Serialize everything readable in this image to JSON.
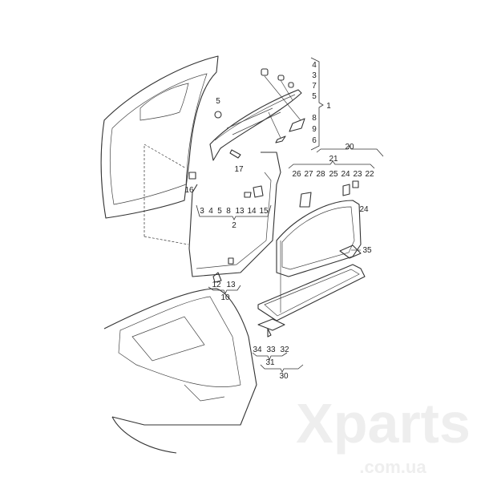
{
  "watermark": {
    "main": "Xparts",
    "sub": ".com.ua"
  },
  "callouts": {
    "top_group": [
      "4",
      "3",
      "7",
      "5",
      "1",
      "8",
      "9",
      "6"
    ],
    "left_5": "5",
    "c17": "17",
    "c16": "16",
    "group2_items": [
      "3",
      "4",
      "5",
      "8",
      "13",
      "14",
      "15"
    ],
    "group2": "2",
    "group20": "20",
    "group21": "21",
    "group21_items": [
      "26",
      "27",
      "28",
      "25",
      "24",
      "23",
      "22"
    ],
    "c24b": "24",
    "c35": "35",
    "group10_items": [
      "12",
      "13"
    ],
    "group10": "10",
    "group31_items": [
      "34",
      "33",
      "32"
    ],
    "group31": "31",
    "group30": "30"
  }
}
